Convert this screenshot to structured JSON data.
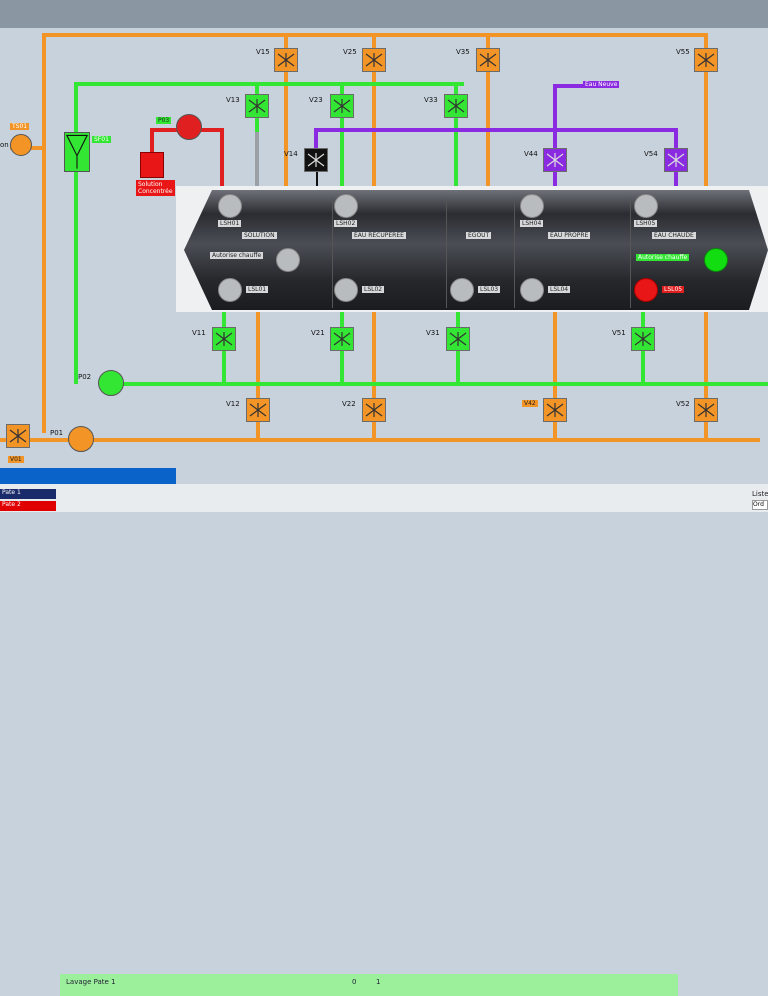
{
  "valves": {
    "v15": "V15",
    "v25": "V25",
    "v35": "V35",
    "v55": "V55",
    "v13": "V13",
    "v23": "V23",
    "v33": "V33",
    "v14": "V14",
    "v44": "V44",
    "v54": "V54",
    "v11": "V11",
    "v21": "V21",
    "v31": "V31",
    "v51": "V51",
    "v12": "V12",
    "v22": "V22",
    "v42": "V42",
    "v52": "V52",
    "v01": "V01"
  },
  "pumps": {
    "p01": "P01",
    "p02": "P02",
    "p03": "P03"
  },
  "labels": {
    "eau_neuve": "Eau Neuve",
    "ts01": "TS01",
    "sf01": "SF01",
    "solution_concentree_1": "Solution",
    "solution_concentree_2": "Concentrée",
    "left_cut": "on"
  },
  "tank": {
    "sections": [
      "SOLUTION",
      "EAU RECUPEREE",
      "EGOUT",
      "EAU PROPRE",
      "EAU CHAUDE"
    ],
    "high_sensors": [
      "LSH01",
      "LSH02",
      "LSH04",
      "LSH05"
    ],
    "low_sensors": [
      "LSL01",
      "LSL02",
      "LSL03",
      "LSL04",
      "LSL05"
    ],
    "autorise_chauffe_1": "Autorise chauffe",
    "autorise_chauffe_5": "Autorise chauffe"
  },
  "bottom": {
    "tab1": "Pate 1",
    "tab2": "Pate 2",
    "panel_title": "Lavage Pate 1",
    "val1": "0",
    "val2": "1",
    "right_label": "Liste A",
    "right_field": "Ord"
  },
  "colors": {
    "orange": "#f39426",
    "green": "#33e633",
    "purple": "#8a2be2",
    "red": "#e02020"
  }
}
